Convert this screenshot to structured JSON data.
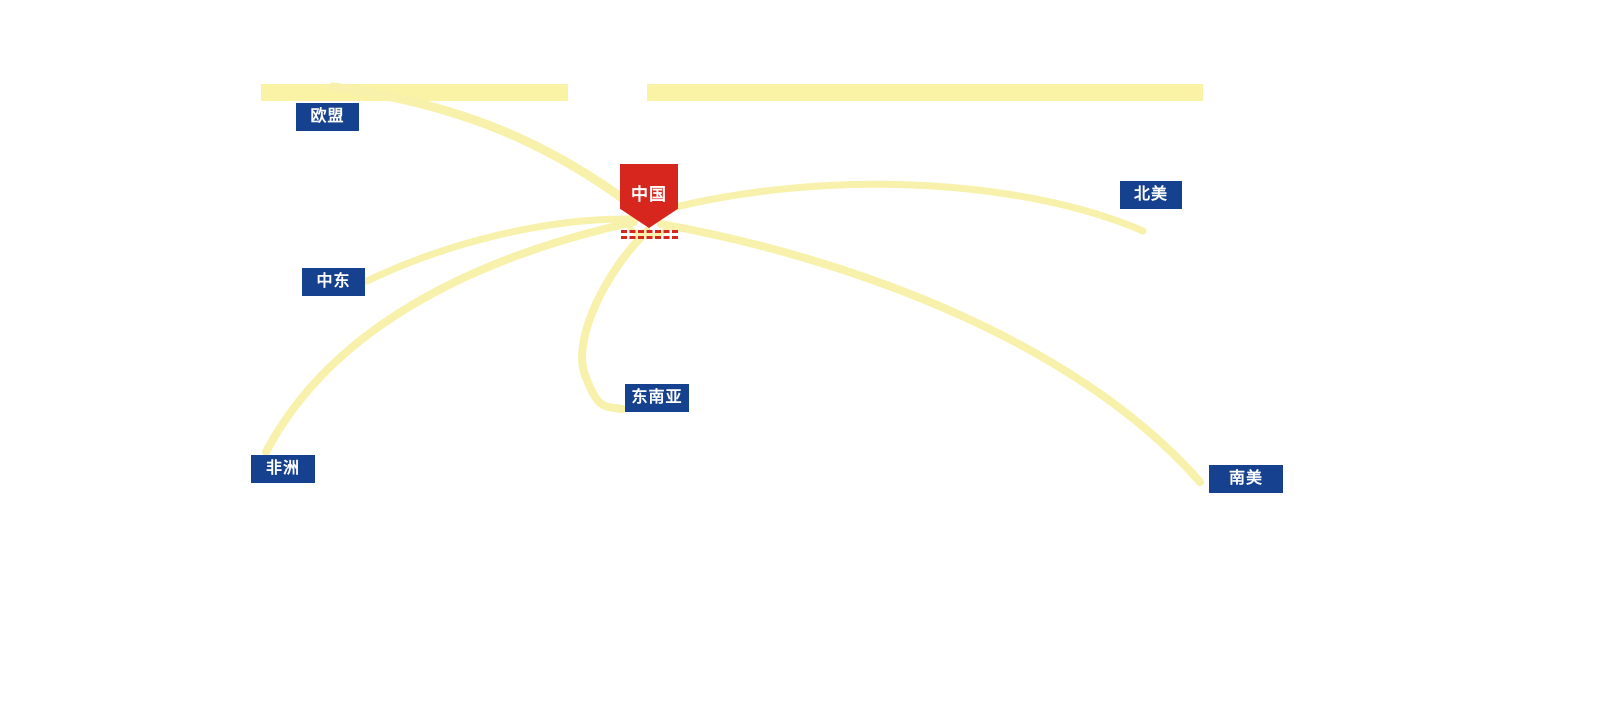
{
  "title": "",
  "colors": {
    "route": "#f7f1ab",
    "top_bar": "#faf3a6",
    "label_bg": "#16418e",
    "label_text": "#ffffff",
    "pin_bg": "#d7261d",
    "pin_text": "#ffffff"
  },
  "center": {
    "label": "中国"
  },
  "regions": [
    {
      "id": "eu",
      "label": "欧盟"
    },
    {
      "id": "north-america",
      "label": "北美"
    },
    {
      "id": "middle-east",
      "label": "中东"
    },
    {
      "id": "southeast-asia",
      "label": "东南亚"
    },
    {
      "id": "africa",
      "label": "非洲"
    },
    {
      "id": "south-america",
      "label": "南美"
    }
  ]
}
